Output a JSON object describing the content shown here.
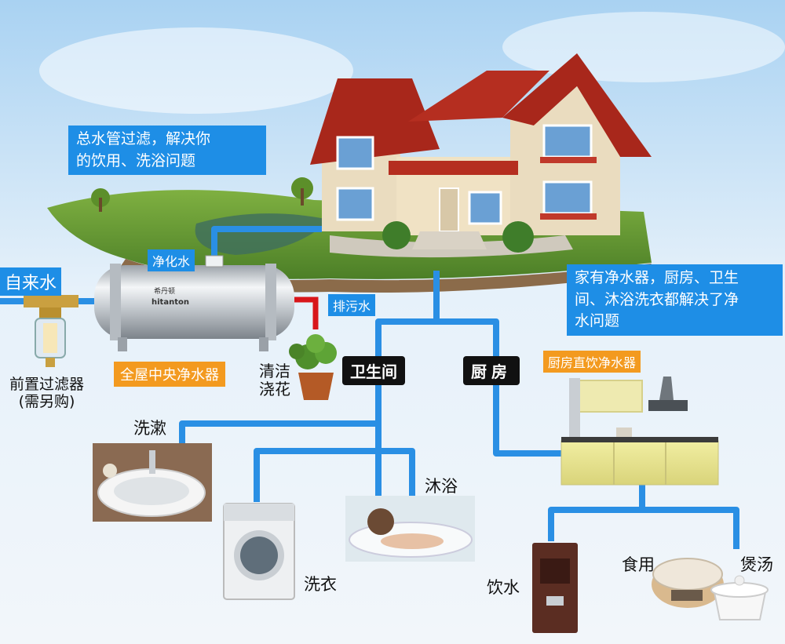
{
  "callouts": {
    "main_pipe": [
      "总水管过滤，解决你",
      "的饮用、洗浴问题"
    ],
    "home": [
      "家有净水器，厨房、卫生",
      "间、沐浴洗衣都解决了净",
      "水问题"
    ]
  },
  "labels": {
    "tap_water": "自来水",
    "purified": "净化水",
    "drain": "排污水",
    "central_purifier": "全屋中央净水器",
    "pre_filter": [
      "前置过滤器",
      "(需另购)"
    ],
    "watering": [
      "清洁",
      "浇花"
    ],
    "bathroom": "卫生间",
    "kitchen": "厨房",
    "kitchen_purifier": "厨房直饮净水器",
    "wash": "洗漱",
    "laundry": "洗衣",
    "bath": "沐浴",
    "drinking": "饮水",
    "cooking": "食用",
    "soup": "煲汤"
  },
  "tank_brand": [
    "希丹顿",
    "hitanton"
  ],
  "colors": {
    "pipe": "#2a8fe4",
    "callout": "#1e8ee6",
    "orange": "#f39a1f",
    "drain": "#d8161b"
  },
  "icons": [
    "house-icon",
    "purifier-tank-icon",
    "pre-filter-icon",
    "plant-pot-icon",
    "basin-icon",
    "washing-machine-icon",
    "bathtub-icon",
    "kitchen-icon",
    "water-dispenser-icon",
    "rice-cooker-icon",
    "soup-pot-icon"
  ]
}
